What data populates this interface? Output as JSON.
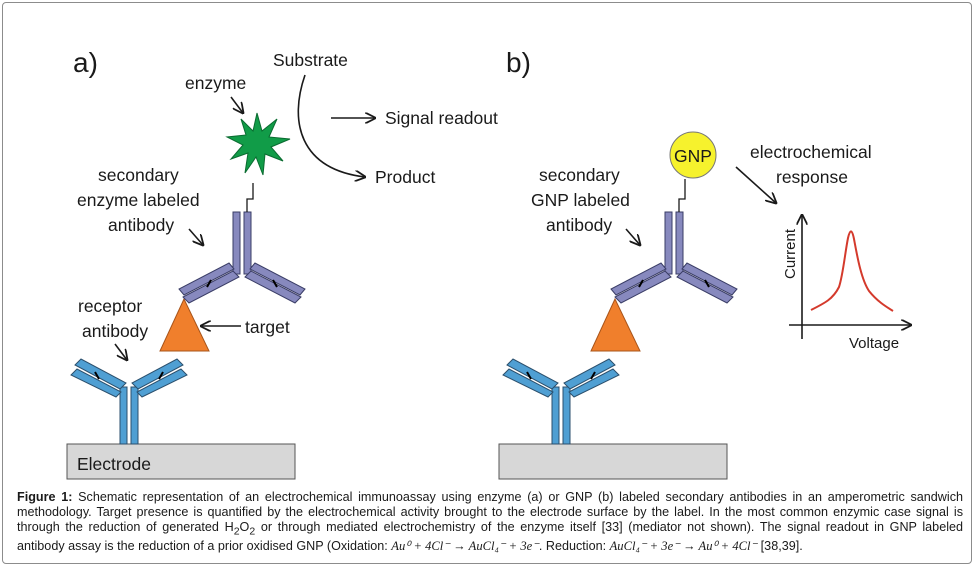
{
  "labels": {
    "panel_a": "a)",
    "panel_b": "b)",
    "enzyme": "enzyme",
    "substrate": "Substrate",
    "signal_readout": "Signal readout",
    "product": "Product",
    "secondary_enzyme_l1": "secondary",
    "secondary_enzyme_l2": "enzyme labeled",
    "secondary_enzyme_l3": "antibody",
    "receptor_l1": "receptor",
    "receptor_l2": "antibody",
    "target": "target",
    "electrode": "Electrode",
    "gnp": "GNP",
    "secondary_gnp_l1": "secondary",
    "secondary_gnp_l2": "GNP labeled",
    "secondary_gnp_l3": "antibody",
    "electrochemical_l1": "electrochemical",
    "electrochemical_l2": "response",
    "current_axis": "Current",
    "voltage_axis": "Voltage"
  },
  "caption": {
    "prefix": "Figure 1:",
    "text1": "Schematic representation of an electrochemical immunoassay using enzyme (a) or GNP (b) labeled secondary antibodies in an amperometric sandwich methodology. Target presence is quantified by the electrochemical activity brought to the electrode surface by the label. In the most common enzymic case signal is through the reduction of generated H",
    "h2o2_sub1": "2",
    "text1b": "O",
    "h2o2_sub2": "2",
    "text2": " or through mediated electrochemistry of the enzyme itself [33] (mediator not shown). The signal readout in GNP labeled antibody assay is the reduction of a prior oxidised GNP (Oxidation: ",
    "oxidation_eq": "Au⁰ + 4Cl⁻ → AuCl₄⁻ + 3e⁻",
    "text3": ". Reduction: ",
    "reduction_eq": "AuCl₄⁻ + 3e⁻ → Au⁰ + 4Cl⁻",
    "text4": " [38,39]."
  },
  "colors": {
    "receptor_antibody": "#4f9fd3",
    "secondary_antibody": "#8789be",
    "target": "#f07f2c",
    "enzyme": "#119c48",
    "gnp": "#f6f22d",
    "electrode": "#d7d7d7",
    "response_curve": "#d43a2c"
  },
  "icons": [
    "antibody-y-shape",
    "triangle-target",
    "star-enzyme",
    "circle-gnp"
  ]
}
